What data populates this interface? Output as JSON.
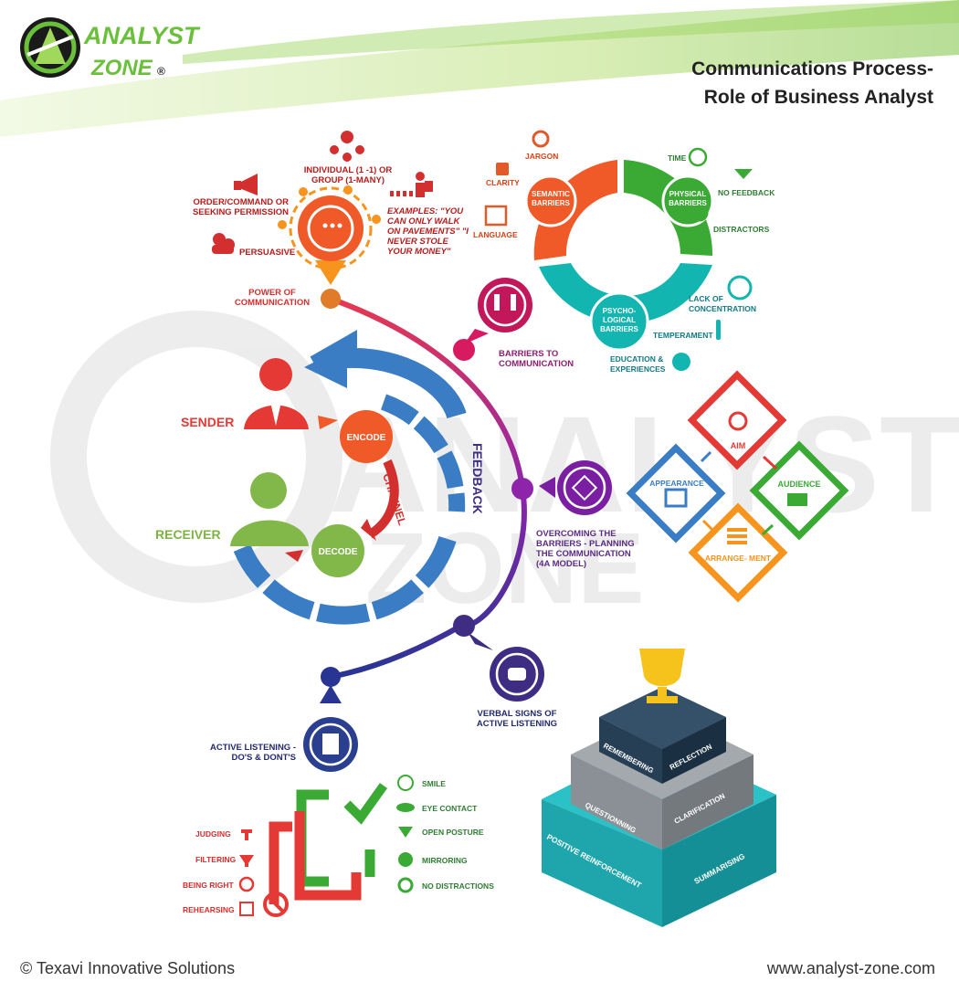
{
  "logo": {
    "line1": "ANALYST",
    "line2": "ZONE",
    "mark": "®"
  },
  "title": {
    "line1": "Communications Process-",
    "line2": "Role of Business Analyst"
  },
  "power": {
    "label": "POWER OF COMMUNICATION",
    "items": {
      "individual": "INDIVIDUAL (1 -1) OR GROUP (1-MANY)",
      "order": "ORDER/COMMAND OR SEEKING PERMISSION",
      "persuasive": "PERSUASIVE",
      "examples": "EXAMPLES: \"YOU CAN ONLY WALK ON PAVEMENTS\" \"I NEVER STOLE YOUR MONEY\""
    }
  },
  "barriers": {
    "label": "BARRIERS TO COMMUNICATION",
    "ring": {
      "semantic": "SEMANTIC BARRIERS",
      "physical": "PHYSICAL BARRIERS",
      "psych": "PSYCHO- LOGICAL BARRIERS"
    },
    "semantic_items": [
      "JARGON",
      "CLARITY",
      "LANGUAGE"
    ],
    "physical_items": [
      "TIME",
      "NO FEEDBACK",
      "DISTRACTORS"
    ],
    "psych_items": [
      "LACK OF CONCENTRATION",
      "TEMPERAMENT",
      "EDUCATION & EXPERIENCES"
    ]
  },
  "process": {
    "sender": "SENDER",
    "receiver": "RECEIVER",
    "encode": "ENCODE",
    "decode": "DECODE",
    "channel": "CHANNEL",
    "feedback": "FEEDBACK"
  },
  "overcoming": {
    "label": "OVERCOMING THE BARRIERS - PLANNING THE COMMUNICATION (4A MODEL)",
    "aim": "AIM",
    "audience": "AUDIENCE",
    "appearance": "APPEARANCE",
    "arrangement": "ARRANGE- MENT"
  },
  "verbal": {
    "label": "VERBAL SIGNS OF ACTIVE LISTENING",
    "levels": {
      "remembering": "REMEMBERING",
      "reflection": "REFLECTION",
      "questioning": "QUESTIONNING",
      "clarification": "CLARIFICATION",
      "positive": "POSITIVE REINFORCEMENT",
      "summarising": "SUMMARISING"
    }
  },
  "active": {
    "label": "ACTIVE LISTENING - DO'S & DONT'S",
    "dos": [
      "SMILE",
      "EYE CONTACT",
      "OPEN POSTURE",
      "MIRRORING",
      "NO DISTRACTIONS"
    ],
    "donts": [
      "JUDGING",
      "FILTERING",
      "BEING RIGHT",
      "REHEARSING"
    ]
  },
  "footer": {
    "left": "© Texavi Innovative Solutions",
    "right": "www.analyst-zone.com"
  },
  "colors": {
    "orange": "#f05a28",
    "green": "#3aaa35",
    "teal": "#13b5b1",
    "red": "#e53935",
    "blue": "#3b7dc4",
    "purple": "#8e24aa",
    "navy": "#283593",
    "amber": "#f7941d"
  }
}
